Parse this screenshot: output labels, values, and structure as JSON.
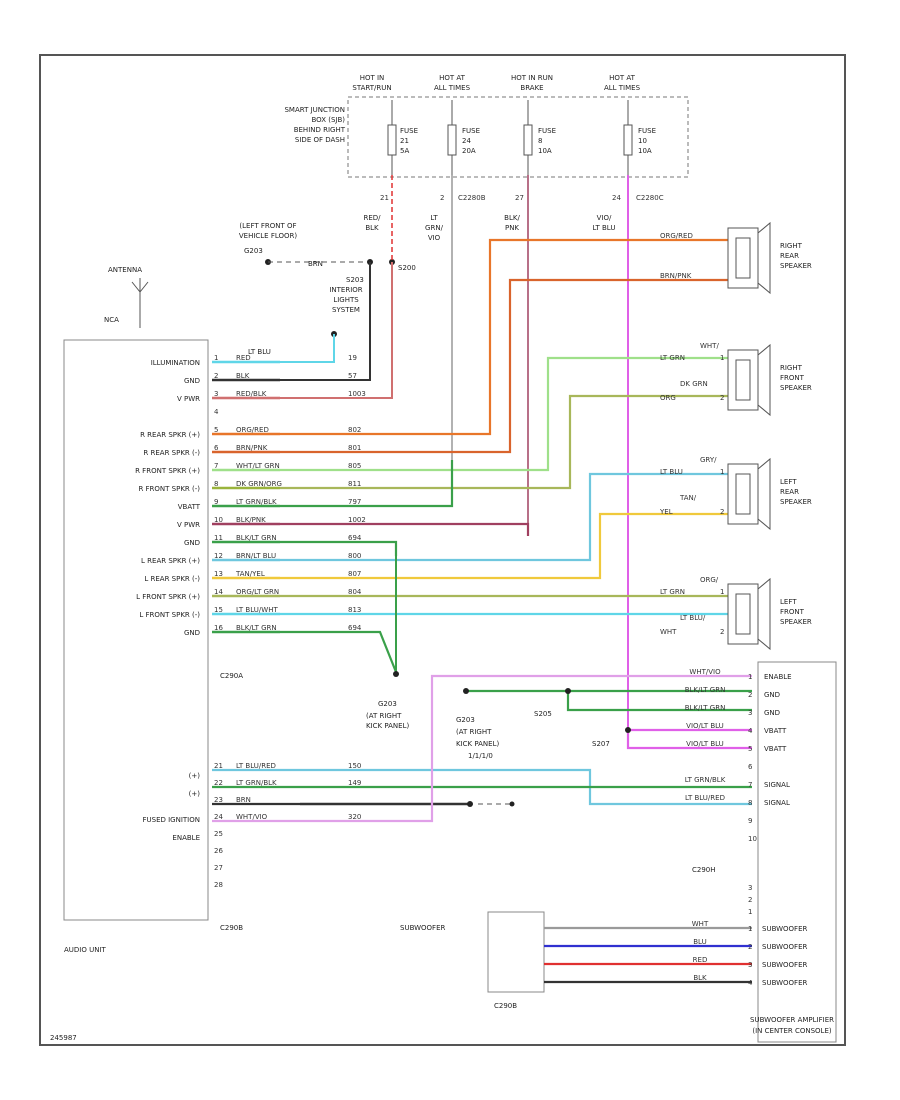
{
  "fuse_box": {
    "label": [
      "SMART JUNCTION",
      "BOX (SJB)",
      "BEHIND RIGHT",
      "SIDE OF DASH"
    ],
    "headers": [
      [
        "HOT IN",
        "START/RUN"
      ],
      [
        "HOT AT",
        "ALL TIMES"
      ],
      [
        "HOT IN RUN",
        "BRAKE"
      ],
      [
        "HOT AT",
        "ALL TIMES"
      ]
    ],
    "fuses": [
      [
        "FUSE",
        "21",
        "5A"
      ],
      [
        "FUSE",
        "24",
        "20A"
      ],
      [
        "FUSE",
        "8",
        "10A"
      ],
      [
        "FUSE",
        "10",
        "10A"
      ]
    ],
    "out_pins": [
      "21",
      "2",
      "27",
      "24"
    ],
    "connector_a": "C2280B",
    "connector_b": "C2280C"
  },
  "drops": {
    "d1": [
      "RED/",
      "BLK"
    ],
    "d2": [
      "LT",
      "GRN/",
      "VIO"
    ],
    "d3": [
      "BLK/",
      "PNK"
    ],
    "d4": [
      "VIO/",
      "LT BLU"
    ]
  },
  "ground_top": {
    "label": [
      "(LEFT FRONT OF",
      "VEHICLE FLOOR)"
    ],
    "g": "G203",
    "s1": "S203",
    "s2": "S200",
    "wire": "BRN"
  },
  "antenna": {
    "label": "ANTENNA",
    "ncn": "NCA"
  },
  "interior": {
    "label": [
      "INTERIOR",
      "LIGHTS",
      "SYSTEM"
    ],
    "wire": "LT BLU"
  },
  "audio_left_labels": [
    "ILLUMINATION",
    "GND",
    "V PWR",
    "",
    "R REAR SPKR (+)",
    "R REAR SPKR (-)",
    "R FRONT SPKR (+)",
    "R FRONT SPKR (-)",
    "VBATT",
    "V PWR",
    "GND",
    "L REAR SPKR (+)",
    "L REAR SPKR (-)",
    "L FRONT SPKR (+)",
    "L FRONT SPKR (-)",
    "GND"
  ],
  "audio_pins": [
    "1",
    "2",
    "3",
    "4",
    "5",
    "6",
    "7",
    "8",
    "9",
    "10",
    "11",
    "12",
    "13",
    "14",
    "15",
    "16"
  ],
  "audio_wires": [
    "RED",
    "BLK",
    "RED/BLK",
    "",
    "ORG/RED",
    "BRN/PNK",
    "WHT/LT GRN",
    "DK GRN/ORG",
    "LT GRN/BLK",
    "BLK/PNK",
    "BLK/LT GRN",
    "BRN/LT BLU",
    "TAN/YEL",
    "ORG/LT GRN",
    "LT BLU/WHT",
    "BLK/LT GRN"
  ],
  "audio_circuits": [
    "19",
    "57",
    "1003",
    "",
    "802",
    "801",
    "805",
    "811",
    "797",
    "1002",
    "694",
    "800",
    "807",
    "804",
    "813",
    "694"
  ],
  "audio_connector": "C290A",
  "audio_lower_left": [
    "(+)",
    "(+)",
    "",
    "FUSED IGNITION",
    "ENABLE"
  ],
  "audio_lower_pins": [
    "21",
    "22",
    "23",
    "24",
    "25",
    "26",
    "27",
    "28"
  ],
  "audio_lower_wires": [
    "LT BLU/RED",
    "LT GRN/BLK",
    "BRN",
    "WHT/VIO",
    "",
    "",
    "",
    ""
  ],
  "audio_lower_circuits": [
    "150",
    "149",
    "",
    "320",
    "",
    "",
    "",
    ""
  ],
  "audio_connector_b": "C290B",
  "audio_unit_label": "AUDIO UNIT",
  "g_right": {
    "s": "G203",
    "label": [
      "(AT RIGHT",
      "KICK PANEL)"
    ]
  },
  "g_right_2": {
    "s": "G203",
    "label": [
      "(AT RIGHT",
      "KICK PANEL)"
    ],
    "note": "1/1/1/0",
    "splice": "S205",
    "splice2": "S207"
  },
  "speakers": [
    {
      "name": [
        "RIGHT",
        "REAR",
        "SPEAKER"
      ],
      "w1": "ORG/RED",
      "w2": "BRN/PNK",
      "p1": "",
      "p2": ""
    },
    {
      "name": [
        "RIGHT",
        "FRONT",
        "SPEAKER"
      ],
      "w1": "LT GRN",
      "w2": "ORG",
      "c1": "WHT/",
      "c2": "DK GRN",
      "p1": "1",
      "p2": "2"
    },
    {
      "name": [
        "LEFT",
        "REAR",
        "SPEAKER"
      ],
      "w1": "LT BLU",
      "w2": "YEL",
      "c1": "GRY/",
      "c2": "TAN/",
      "p1": "1",
      "p2": "2"
    },
    {
      "name": [
        "LEFT",
        "FRONT",
        "SPEAKER"
      ],
      "w1": "LT GRN",
      "w2": "WHT",
      "c1": "ORG/",
      "c2": "LT BLU/",
      "p1": "1",
      "p2": "2"
    }
  ],
  "amp": {
    "labels": [
      "ENABLE",
      "GND",
      "GND",
      "VBATT",
      "VBATT",
      "",
      "SIGNAL",
      "SIGNAL",
      "",
      ""
    ],
    "pins": [
      "1",
      "2",
      "3",
      "4",
      "5",
      "6",
      "7",
      "8",
      "9",
      "10"
    ],
    "wires": [
      "WHT/VIO",
      "BLK/LT GRN",
      "BLK/LT GRN",
      "VIO/LT BLU",
      "VIO/LT BLU",
      "",
      "LT GRN/BLK",
      "LT BLU/RED",
      "",
      ""
    ],
    "connector": "C290H",
    "sub_labels": [
      "SUBWOOFER",
      "SUBWOOFER",
      "SUBWOOFER",
      "SUBWOOFER"
    ],
    "sub_pins": [
      "1",
      "2",
      "3",
      "4"
    ],
    "sub_wires": [
      "WHT",
      "BLU",
      "RED",
      "BLK"
    ],
    "sub_top_pins": [
      "3",
      "2",
      "1"
    ],
    "title": [
      "SUBWOOFER AMPLIFIER",
      "(IN CENTER CONSOLE)"
    ]
  },
  "subwoofer": {
    "label": "SUBWOOFER",
    "connector": "C290B"
  },
  "footer_code": "245987",
  "colors": {
    "orange": "#e8762a",
    "brown_orange": "#d9642c",
    "green_light": "#9fe08a",
    "olive": "#a8b75a",
    "blue_light": "#6fc7de",
    "yellow": "#f0c93c",
    "dk_olive": "#9ab43c",
    "cyan": "#5fd6e8",
    "violet": "#e060e8",
    "pink_wire": "#e0a0e8",
    "green": "#3aa04a",
    "grey": "#9a9a9a",
    "dark": "#333333",
    "red": "#e03030",
    "blue": "#3030d0",
    "pinkred": "#d06060",
    "maroon": "#a04060"
  }
}
